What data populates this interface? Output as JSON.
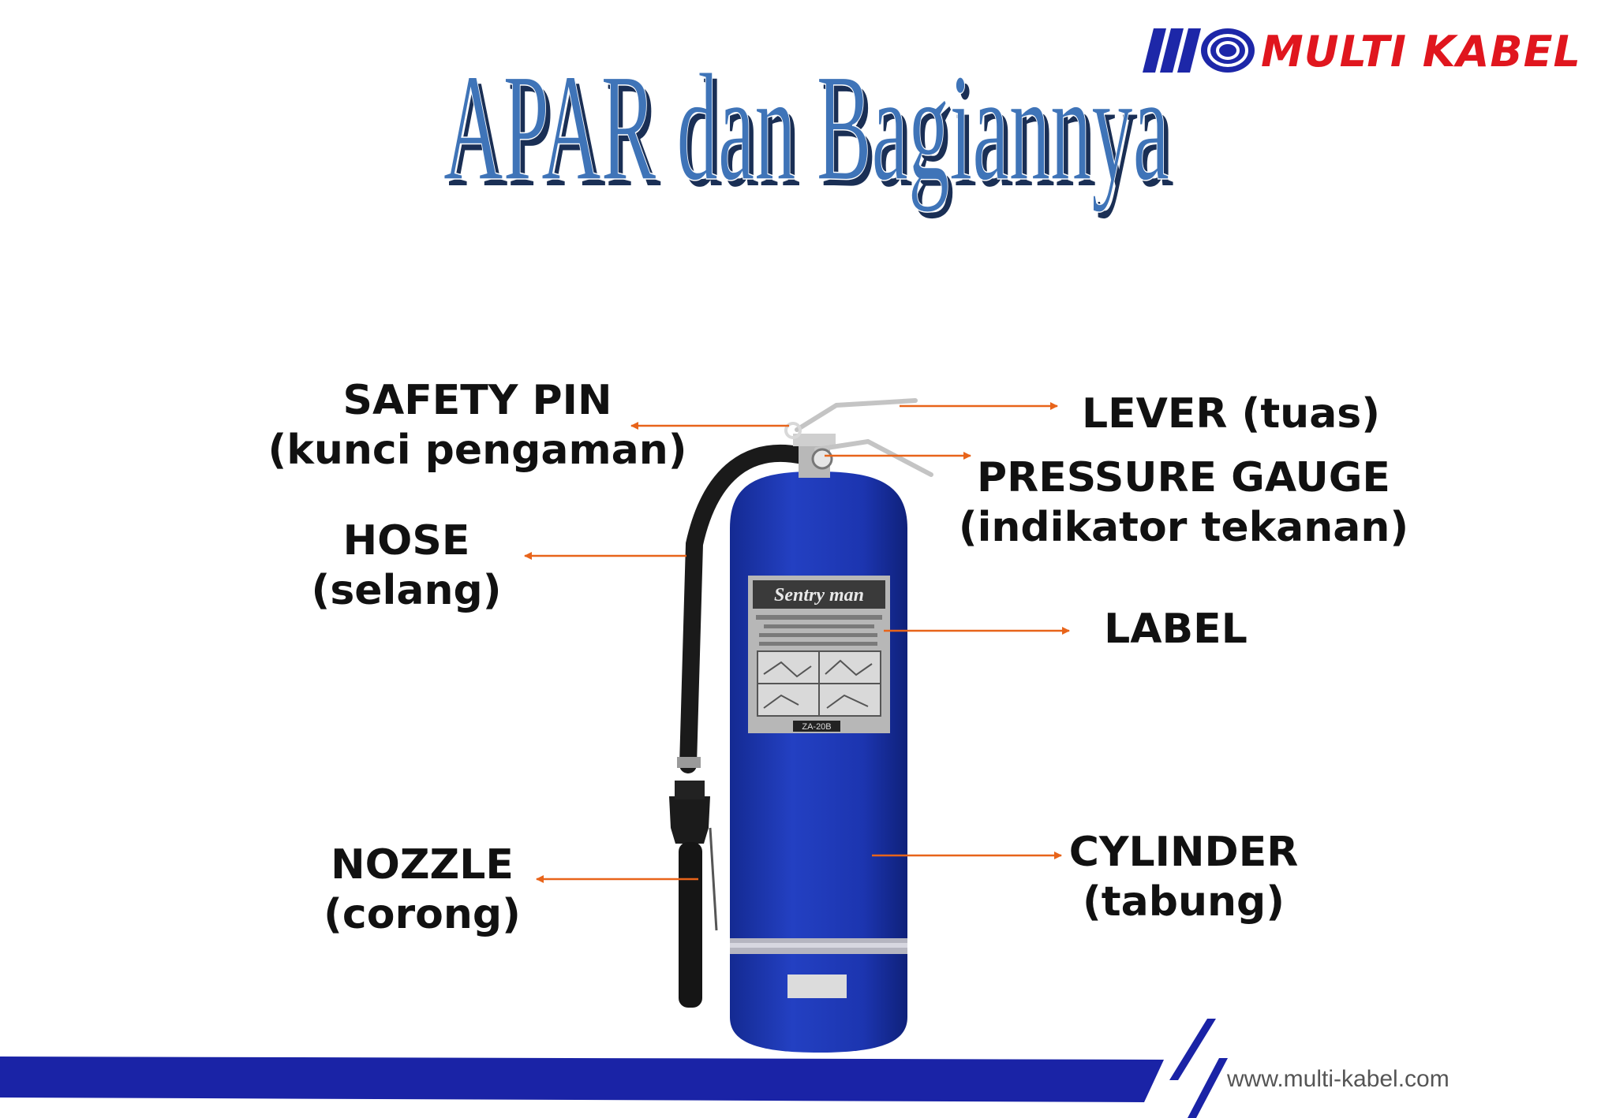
{
  "title": "APAR dan Bagiannya",
  "logo": {
    "brand": "MULTI KABEL"
  },
  "website": "www.multi-kabel.com",
  "colors": {
    "title": "#3f74b8",
    "title_shadow": "#1a2f55",
    "brand_red": "#e0161e",
    "brand_blue": "#1d27a8",
    "cylinder": "#1c35b0",
    "arrow": "#e8641a",
    "footer_bar": "#1a23a6"
  },
  "parts": {
    "safety_pin": {
      "name": "SAFETY PIN",
      "translation": "(kunci pengaman)"
    },
    "hose": {
      "name": "HOSE",
      "translation": "(selang)"
    },
    "nozzle": {
      "name": "NOZZLE",
      "translation": "(corong)"
    },
    "lever": {
      "name": "LEVER (tuas)"
    },
    "pressure_gauge": {
      "name": "PRESSURE GAUGE",
      "translation": "(indikator tekanan)"
    },
    "label": {
      "name": "LABEL"
    },
    "cylinder": {
      "name": "CYLINDER",
      "translation": "(tabung)"
    }
  },
  "extinguisher_label": {
    "brand": "Sentry man",
    "model": "ZA-20B"
  }
}
